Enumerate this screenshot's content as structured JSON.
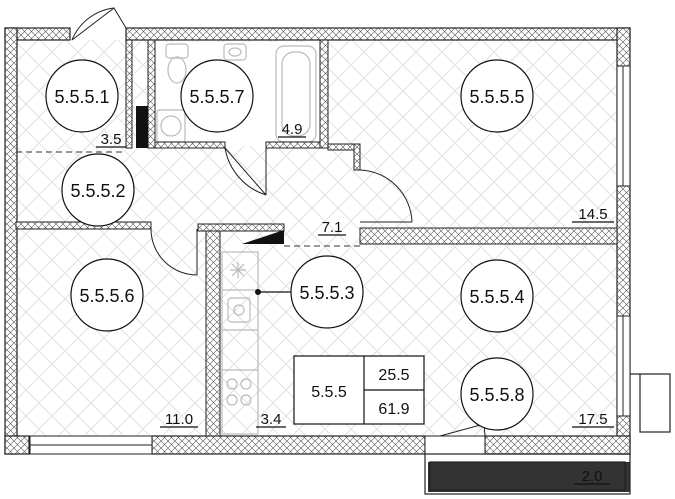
{
  "rooms": [
    {
      "id": "5.5.5.1",
      "area": "3.5"
    },
    {
      "id": "5.5.5.7",
      "area": "4.9"
    },
    {
      "id": "5.5.5.5",
      "area": "14.5"
    },
    {
      "id": "5.5.5.2",
      "area": "7.1"
    },
    {
      "id": "5.5.5.6",
      "area": "11.0"
    },
    {
      "id": "5.5.5.3",
      "area": "3.4"
    },
    {
      "id": "5.5.5.4",
      "area": "17.5"
    },
    {
      "id": "5.5.5.8",
      "area": "2.0"
    }
  ],
  "summary": {
    "apartment": "5.5.5",
    "living_area": "25.5",
    "total_area": "61.9"
  }
}
